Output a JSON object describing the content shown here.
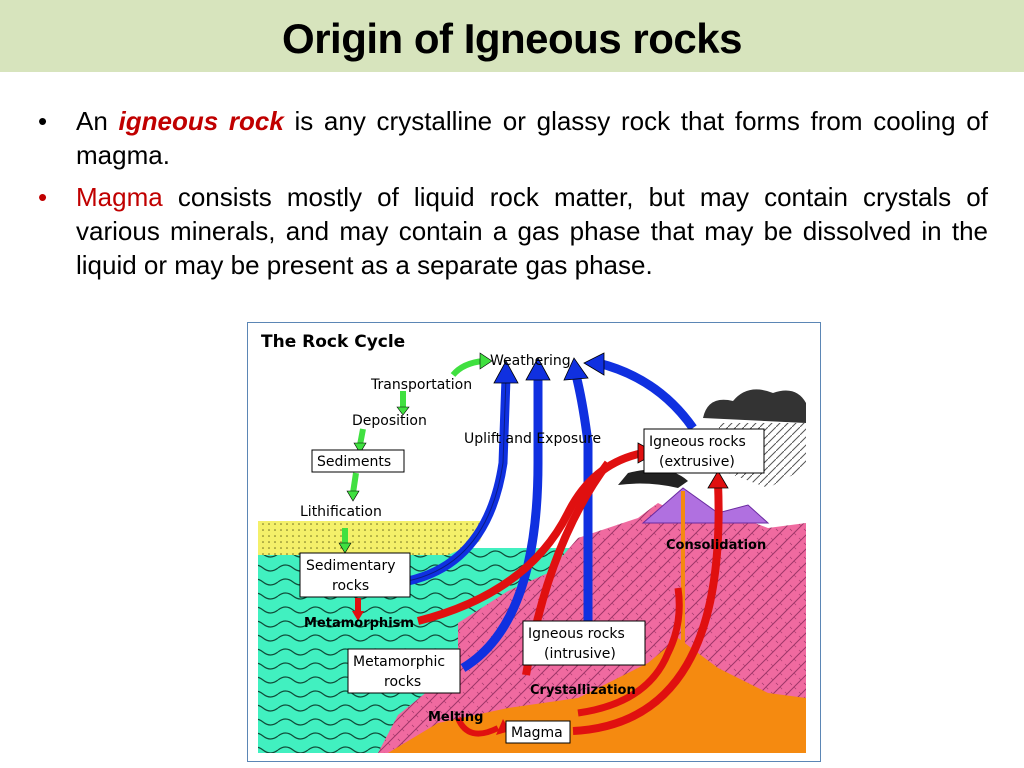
{
  "slide": {
    "title": "Origin of Igneous rocks"
  },
  "bullets": {
    "b1": {
      "pre": "An",
      "keyword": "igneous rock",
      "post": "is any crystalline or glassy rock that forms from cooling of magma."
    },
    "b2": {
      "keyword": "Magma",
      "post": "consists mostly of liquid rock matter, but may contain crystals of various minerals, and may contain a gas phase that may be dissolved in the liquid or may be present as a separate gas phase."
    },
    "marker": "•"
  },
  "diagram": {
    "title": "The Rock Cycle",
    "labels": {
      "weathering": "Weathering",
      "transportation": "Transportation",
      "deposition": "Deposition",
      "sediments": "Sediments",
      "lithification": "Lithification",
      "uplift": "Uplift and Exposure",
      "igneous_extrusive_1": "Igneous rocks",
      "igneous_extrusive_2": "(extrusive)",
      "consolidation": "Consolidation",
      "sedimentary_1": "Sedimentary",
      "sedimentary_2": "rocks",
      "metamorphism": "Metamorphism",
      "igneous_intrusive_1": "Igneous rocks",
      "igneous_intrusive_2": "(intrusive)",
      "metamorphic_1": "Metamorphic",
      "metamorphic_2": "rocks",
      "crystallization": "Crystallization",
      "melting": "Melting",
      "magma": "Magma"
    },
    "colors": {
      "accent_red": "#c00000",
      "title_bg": "#d7e4bd",
      "sediment_yellow": "#f4f06a",
      "metamorphic_teal": "#41f0c0",
      "igneous_pink": "#f06aa0",
      "magma_orange": "#f58a10",
      "volcano_purple": "#b070e0",
      "arrow_blue": "#1030e0",
      "arrow_red": "#e01010",
      "arrow_green": "#40e040"
    }
  }
}
